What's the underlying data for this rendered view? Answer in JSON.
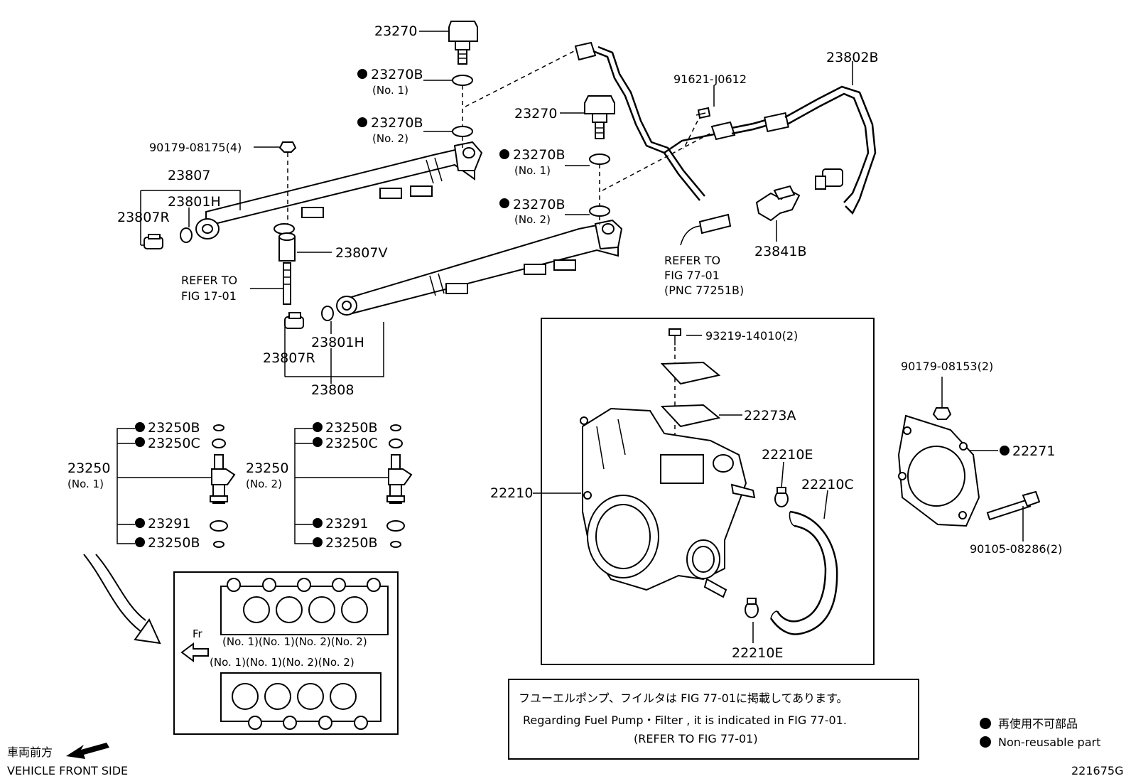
{
  "colors": {
    "line": "#000000",
    "background": "#ffffff"
  },
  "parts": {
    "p23270_a": "23270",
    "p23270b_no1_a": "23270B",
    "p23270b_no1_a_sub": "(No. 1)",
    "p23270b_no2_a": "23270B",
    "p23270b_no2_a_sub": "(No. 2)",
    "p90179_08175": "90179-08175(4)",
    "p23807": "23807",
    "p23801h_a": "23801H",
    "p23807r_a": "23807R",
    "p23807v": "23807V",
    "refer_fig17_line1": "REFER TO",
    "refer_fig17_line2": "FIG 17-01",
    "p23801h_b": "23801H",
    "p23807r_b": "23807R",
    "p23808": "23808",
    "p23270_b": "23270",
    "p23270b_no1_b": "23270B",
    "p23270b_no1_b_sub": "(No. 1)",
    "p23270b_no2_b": "23270B",
    "p23270b_no2_b_sub": "(No. 2)",
    "p91621_j0612": "91621-J0612",
    "p23802b": "23802B",
    "p23841b": "23841B",
    "refer_fig77_line1": "REFER TO",
    "refer_fig77_line2": "FIG 77-01",
    "refer_fig77_line3": "(PNC 77251B)",
    "p93219_14010": "93219-14010(2)",
    "p22273a": "22273A",
    "p22210": "22210",
    "p22210e_a": "22210E",
    "p22210c": "22210C",
    "p22210e_b": "22210E",
    "p90179_08153": "90179-08153(2)",
    "p22271": "22271",
    "p90105_08286": "90105-08286(2)",
    "inj1_23250b_top": "23250B",
    "inj1_23250c": "23250C",
    "inj1_23250": "23250",
    "inj1_sub": "(No. 1)",
    "inj1_23291": "23291",
    "inj1_23250b_bot": "23250B",
    "inj2_23250b_top": "23250B",
    "inj2_23250c": "23250C",
    "inj2_23250": "23250",
    "inj2_sub": "(No. 2)",
    "inj2_23291": "23291",
    "inj2_23250b_bot": "23250B"
  },
  "layout_box": {
    "fr": "Fr",
    "top_row": "(No. 1)(No. 1)(No. 2)(No. 2)",
    "bottom_row": "(No. 1)(No. 1)(No. 2)(No. 2)"
  },
  "notice": {
    "line1": "フユーエルポンプ、フイルタは FIG 77-01に掲載してあります。",
    "line2": "Regarding Fuel Pump・Filter , it is indicated in FIG 77-01.",
    "line3": "(REFER TO FIG 77-01)"
  },
  "legend": {
    "jp": "再使用不可部品",
    "en": "Non-reusable part"
  },
  "footer": {
    "vehicle_jp": "車両前方",
    "vehicle_en": "VEHICLE FRONT SIDE",
    "figure_code": "221675G"
  }
}
